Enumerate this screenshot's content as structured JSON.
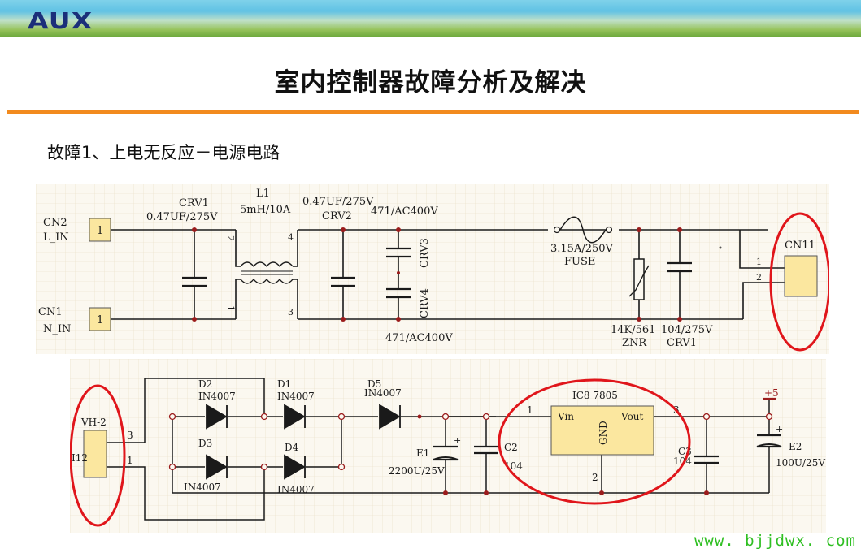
{
  "header": {
    "logo": "AUX"
  },
  "title": "室内控制器故障分析及解决",
  "subtitle": "故障1、上电无反应－电源电路",
  "footer": {
    "url": "www. bjjdwx. com"
  },
  "schematic_top": {
    "cn2_name": "CN2",
    "cn2_net": "L_IN",
    "cn2_pin": "1",
    "cn1_name": "CN1",
    "cn1_net": "N_IN",
    "cn1_pin": "1",
    "crv1a_name": "CRV1",
    "crv1a_value": "0.47UF/275V",
    "l1_name": "L1",
    "l1_value": "5mH/10A",
    "l1_pin2": "2",
    "l1_pin1": "1",
    "l1_pin4": "4",
    "l1_pin3": "3",
    "crv2_value": "0.47UF/275V",
    "crv2_name": "CRV2",
    "crv3_value": "471/AC400V",
    "crv3_name": "CRV3",
    "crv4_name": "CRV4",
    "crv4_value": "471/AC400V",
    "fuse_value": "3.15A/250V",
    "fuse_name": "FUSE",
    "znr_value": "14K/561",
    "znr_name": "ZNR",
    "crv1b_value": "104/275V",
    "crv1b_name": "CRV1",
    "cn11_name": "CN11",
    "cn11_pin1": "1",
    "cn11_pin2": "2"
  },
  "schematic_bottom": {
    "vh2_name": "VH-2",
    "vh2_pin3": "3",
    "vh2_pin1": "1",
    "vh2_ref": "I12",
    "d2_name": "D2",
    "d2_part": "IN4007",
    "d1_name": "D1",
    "d1_part": "IN4007",
    "d3_name": "D3",
    "d3_part": "IN4007",
    "d4_name": "D4",
    "d4_part": "IN4007",
    "d5_name": "D5",
    "d5_part": "IN4007",
    "e1_name": "E1",
    "e1_value": "2200U/25V",
    "c2_name": "C2",
    "c2_value": "104",
    "ic8_name": "IC8 7805",
    "ic8_vin": "Vin",
    "ic8_vout": "Vout",
    "ic8_gnd": "GND",
    "ic8_pin1": "1",
    "ic8_pin2": "2",
    "ic8_pin3": "3",
    "c3_name": "C3",
    "c3_value": "104",
    "e2_name": "E2",
    "e2_value": "100U/25V",
    "rail_label": "+5"
  }
}
